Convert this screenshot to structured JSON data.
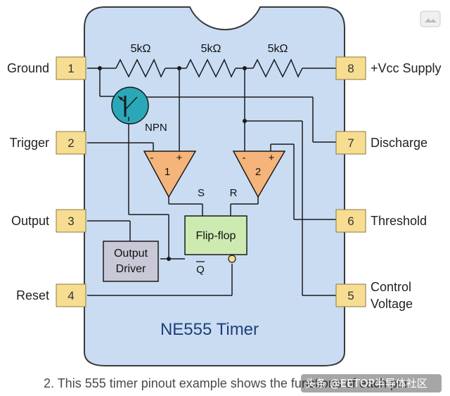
{
  "chip": {
    "title": "NE555 Timer",
    "colors": {
      "body": "#c9dcf2",
      "pin": "#f7dd91",
      "comparator": "#f5b47a",
      "flipflop": "#cdeab0",
      "driver": "#c8c8d6",
      "transistor": "#2aa8b8"
    }
  },
  "pins": {
    "left": [
      {
        "num": "1",
        "label": "Ground"
      },
      {
        "num": "2",
        "label": "Trigger"
      },
      {
        "num": "3",
        "label": "Output"
      },
      {
        "num": "4",
        "label": "Reset"
      }
    ],
    "right": [
      {
        "num": "8",
        "label": "+Vcc Supply"
      },
      {
        "num": "7",
        "label": "Discharge"
      },
      {
        "num": "6",
        "label": "Threshold"
      },
      {
        "num": "5",
        "label": "Control",
        "label2": "Voltage"
      }
    ]
  },
  "resistors": [
    "5kΩ",
    "5kΩ",
    "5kΩ"
  ],
  "transistor": {
    "label": "NPN"
  },
  "comparators": [
    {
      "num": "1",
      "minus": "-",
      "plus": "+"
    },
    {
      "num": "2",
      "minus": "-",
      "plus": "+"
    }
  ],
  "flipflop": {
    "label": "Flip-flop",
    "s": "S",
    "r": "R",
    "q": "Q"
  },
  "output_driver": {
    "line1": "Output",
    "line2": "Driver"
  },
  "caption": "2. This 555 timer pinout example shows the functions of each pin.",
  "watermark": "头条 @EETOP半导体社区",
  "icons": {
    "corner": "image-icon"
  }
}
